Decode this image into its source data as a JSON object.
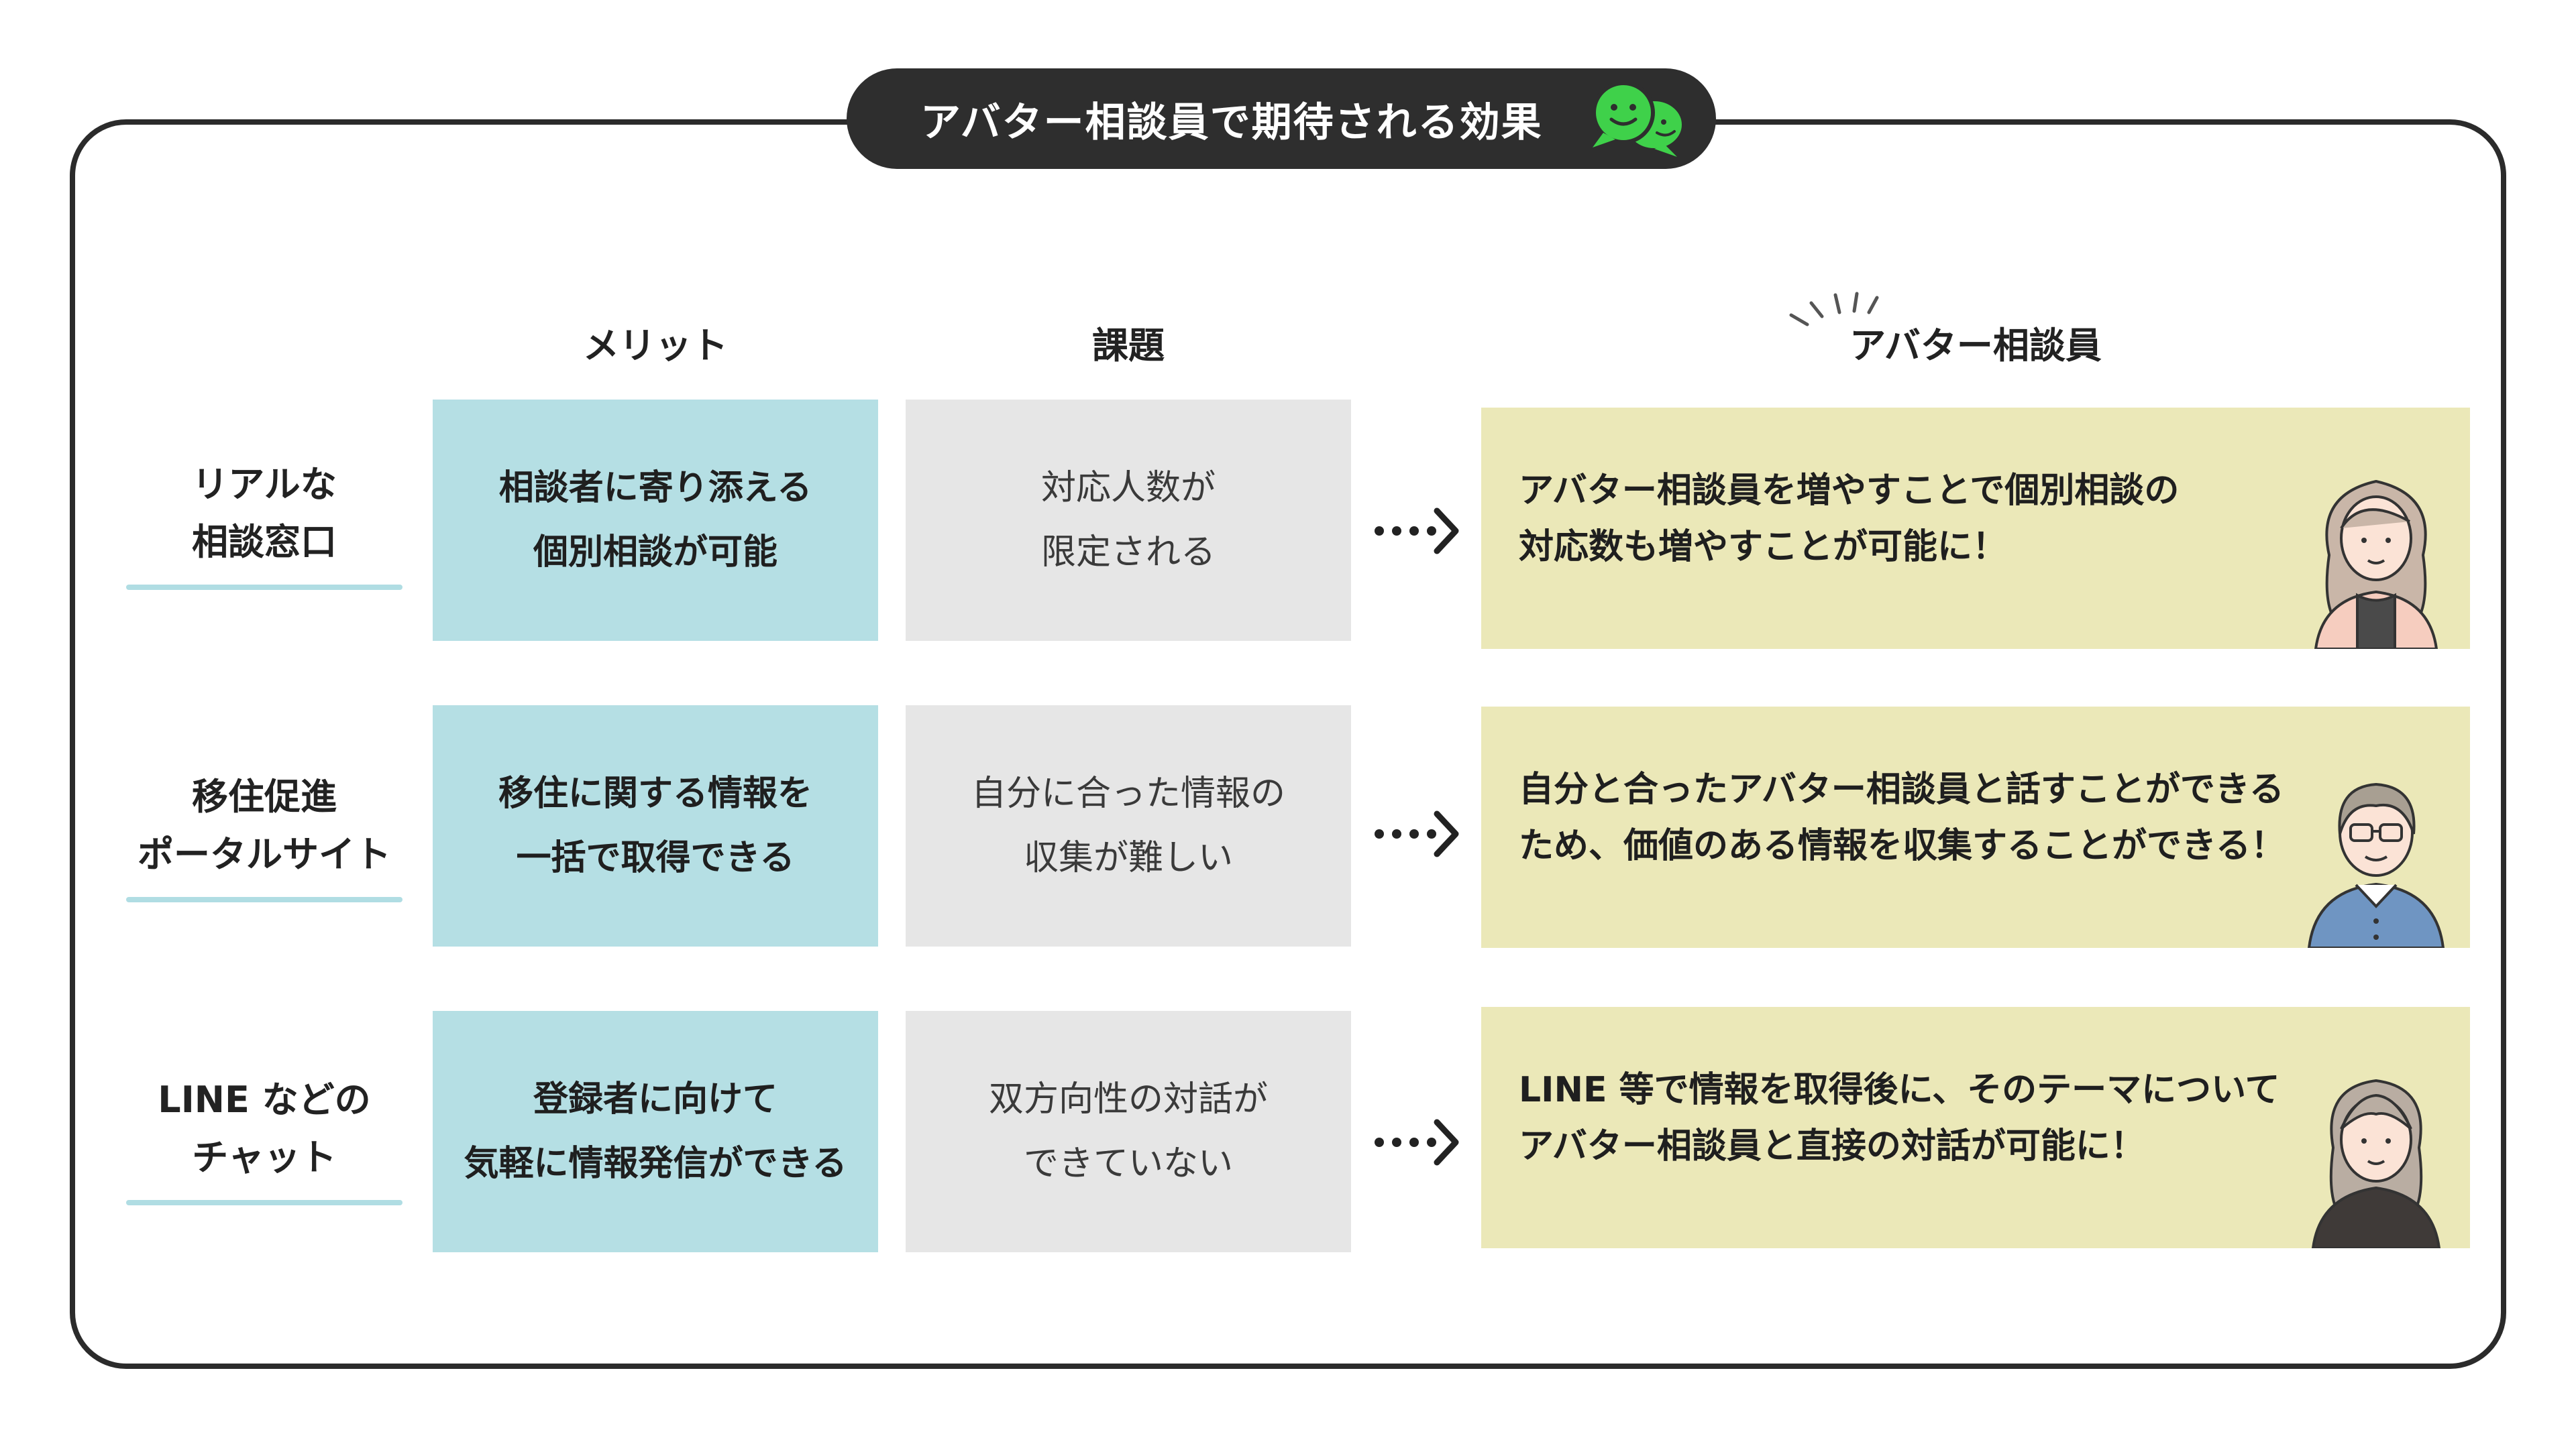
{
  "title": "アバター相談員で期待される効果",
  "columns": {
    "merit": "メリット",
    "issue": "課題",
    "avatar": "アバター相談員"
  },
  "rows": [
    {
      "label": [
        "リアルな",
        "相談窓口"
      ],
      "merit": [
        "相談者に寄り添える",
        "個別相談が可能"
      ],
      "issue": [
        "対応人数が",
        "限定される"
      ],
      "result": [
        "アバター相談員を増やすことで個別相談の",
        "対応数も増やすことが可能に！"
      ],
      "person_icon": "woman-avatar-icon"
    },
    {
      "label": [
        "移住促進",
        "ポータルサイト"
      ],
      "merit": [
        "移住に関する情報を",
        "一括で取得できる"
      ],
      "issue": [
        "自分に合った情報の",
        "収集が難しい"
      ],
      "result": [
        "自分と合ったアバター相談員と話すことができる",
        "ため、価値のある情報を収集することができる！"
      ],
      "person_icon": "elderly-man-avatar-icon"
    },
    {
      "label": [
        "LINE などの",
        "チャット"
      ],
      "merit": [
        "登録者に向けて",
        "気軽に情報発信ができる"
      ],
      "issue": [
        "双方向性の対話が",
        "できていない"
      ],
      "result": [
        "LINE 等で情報を取得後に、そのテーマについて",
        "アバター相談員と直接の対話が可能に！"
      ],
      "person_icon": "gray-haired-woman-avatar-icon"
    }
  ],
  "colors": {
    "merit_bg": "#b5dfe4",
    "issue_bg": "#e6e6e6",
    "result_bg": "#ebe8b8",
    "title_bg": "#2e2e2e",
    "accent_green": "#3fd14a"
  }
}
